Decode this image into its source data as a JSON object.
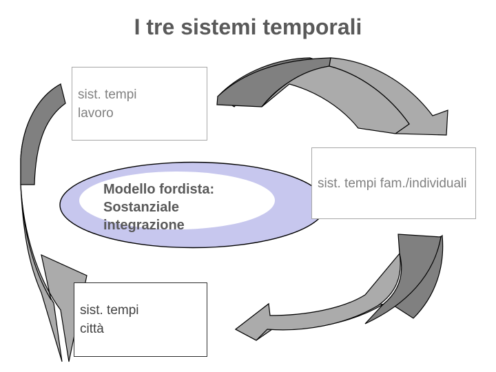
{
  "slide": {
    "title": "I tre sistemi temporali",
    "background_color": "#ffffff",
    "title_color": "#595959"
  },
  "nodes": {
    "work_box": {
      "label": "sist. tempi\nlavoro",
      "border_color": "#a6a6a6",
      "text_color": "#808080"
    },
    "city_box": {
      "label": "sist. tempi\ncittà",
      "border_color": "#2b2b2b",
      "text_color": "#404040"
    },
    "family_box": {
      "label": "sist. tempi fam./individuali",
      "border_color": "#a6a6a6",
      "text_color": "#808080"
    },
    "center_ellipse": {
      "label": "Modello fordista:\nSostanziale\nintegrazione",
      "ring_color": "#c7c7ee",
      "fill_color": "#ffffff",
      "outline_color": "#000000",
      "text_color": "#595959"
    }
  },
  "arrows": {
    "top_arrow": {
      "name": "arrow-work-to-family",
      "dark_color": "#808080",
      "light_color": "#ababab",
      "outline_color": "#000000"
    },
    "bottom_right_arrow": {
      "name": "arrow-family-to-city",
      "dark_color": "#808080",
      "light_color": "#ababab",
      "outline_color": "#000000"
    },
    "left_arrow": {
      "name": "arrow-city-to-work",
      "dark_color": "#808080",
      "light_color": "#ababab",
      "outline_color": "#000000"
    }
  }
}
